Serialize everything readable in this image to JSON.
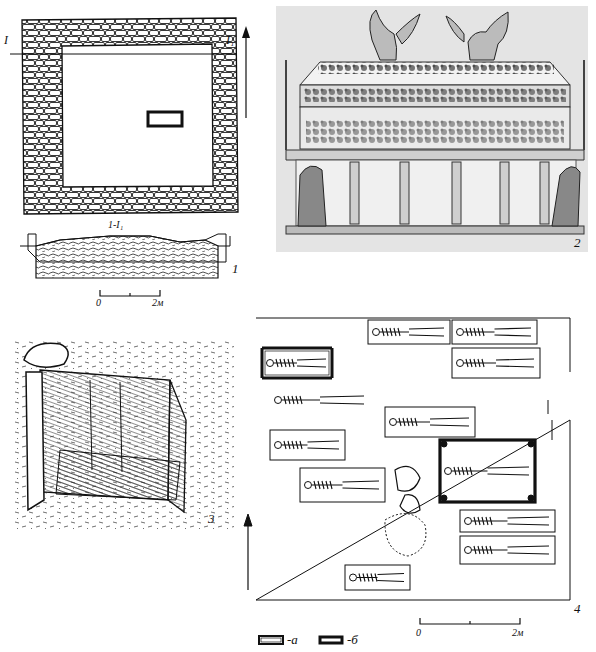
{
  "diagram": {
    "labels": [
      "I",
      "I₁",
      "1-I₁",
      "0",
      "2м",
      "1",
      "2",
      "3",
      "0",
      "2м",
      "4"
    ],
    "legend": [
      {
        "text": "-а"
      },
      {
        "text": "-б"
      }
    ]
  }
}
